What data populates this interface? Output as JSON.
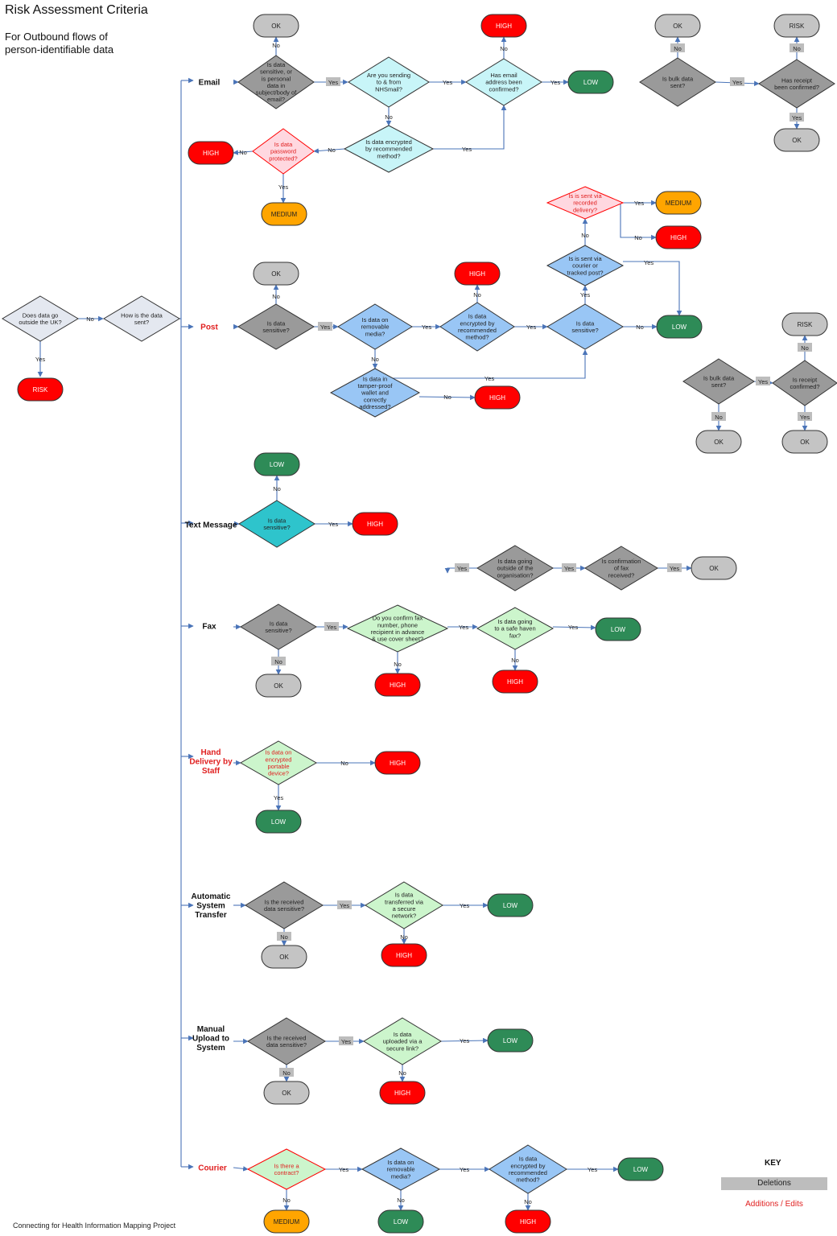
{
  "title": "Risk Assessment Criteria",
  "subtitle": "For Outbound flows of\nperson-identifiable data",
  "footer": "Connecting for Health Information Mapping Project",
  "key": {
    "title": "KEY",
    "deletions": "Deletions",
    "additions": "Additions / Edits"
  },
  "colors": {
    "red": "#ff0000",
    "green": "#2e8b57",
    "orange": "#ffa500",
    "gray": "#c4c4c4",
    "darkgray": "#9a9a9a",
    "blue": "#99c6f5",
    "cyan": "#c8f5f8",
    "teal": "#2ec4cc",
    "lightgreen": "#ccf5cc",
    "pink": "#ffd8e0",
    "pale": "#e4e8f0",
    "edge": "#4a74b8",
    "edit": "#e02020"
  },
  "nodes": {
    "start_q": "Does data go outside the UK?",
    "start_risk": "RISK",
    "how_q": "How is the data sent?",
    "ch_email": "Email",
    "ch_post": "Post",
    "ch_text": "Text Message",
    "ch_fax": "Fax",
    "ch_hand": "Hand Delivery by Staff",
    "ch_auto": "Automatic System Transfer",
    "ch_manual": "Manual Upload to System",
    "ch_courier": "Courier",
    "e_q1": "Is data sensitive, or is personal data in subject/body of email?",
    "e_ok": "OK",
    "e_q2": "Are you sending to & from NHSmail?",
    "e_q3": "Has email address been confirmed?",
    "e_high1": "HIGH",
    "e_low": "LOW",
    "e_q4": "Is data encrypted by recommended method?",
    "e_q5": "Is data password protected?",
    "e_high2": "HIGH",
    "e_medium": "MEDIUM",
    "b1_ok1": "OK",
    "b1_q1": "Is bulk data sent?",
    "b1_risk": "RISK",
    "b1_q2": "Has receipt been confirmed?",
    "b1_ok2": "OK",
    "p_ok": "OK",
    "p_q1": "Is data sensitive?",
    "p_q2": "Is data on removable media?",
    "p_high1": "HIGH",
    "p_q3": "Is data encrypted by recommended method?",
    "p_q4": "Is data sensitive?",
    "p_low": "LOW",
    "p_q5": "Is is sent via courier or tracked post?",
    "p_q6": "Is is sent via recorded delivery?",
    "p_medium": "MEDIUM",
    "p_high2": "HIGH",
    "p_q7": "Is data in tamper-proof wallet and correctly addressed?",
    "p_high3": "HIGH",
    "b2_risk": "RISK",
    "b2_q1": "Is bulk data sent?",
    "b2_q2": "Is receipt confirmed?",
    "b2_ok1": "OK",
    "b2_ok2": "OK",
    "t_low": "LOW",
    "t_q1": "Is data sensitive?",
    "t_high": "HIGH",
    "fo_q1": "Is data going outside of the organisation?",
    "fo_q2": "Is confirmation of fax received?",
    "fo_ok": "OK",
    "f_q1": "Is data sensitive?",
    "f_ok": "OK",
    "f_q2": "Do you confirm fax number, phone recipient in advance & use cover sheet?",
    "f_high1": "HIGH",
    "f_q3": "Is data going to a safe haven fax?",
    "f_high2": "HIGH",
    "f_low": "LOW",
    "h_q1": "Is data on encrypted portable device?",
    "h_high": "HIGH",
    "h_low": "LOW",
    "a_q1": "Is the received data sensitive?",
    "a_ok": "OK",
    "a_q2": "Is data transferred via a secure network?",
    "a_high": "HIGH",
    "a_low": "LOW",
    "m_q1": "Is the received data sensitive?",
    "m_ok": "OK",
    "m_q2": "Is data uploaded via a secure link?",
    "m_high": "HIGH",
    "m_low": "LOW",
    "c_q1": "Is there a contract?",
    "c_medium": "MEDIUM",
    "c_q2": "Is data on removable media?",
    "c_low1": "LOW",
    "c_q3": "Is data encrypted by recommended method?",
    "c_high": "HIGH",
    "c_low2": "LOW"
  },
  "edge_labels": {
    "yes": "Yes",
    "no": "No"
  }
}
